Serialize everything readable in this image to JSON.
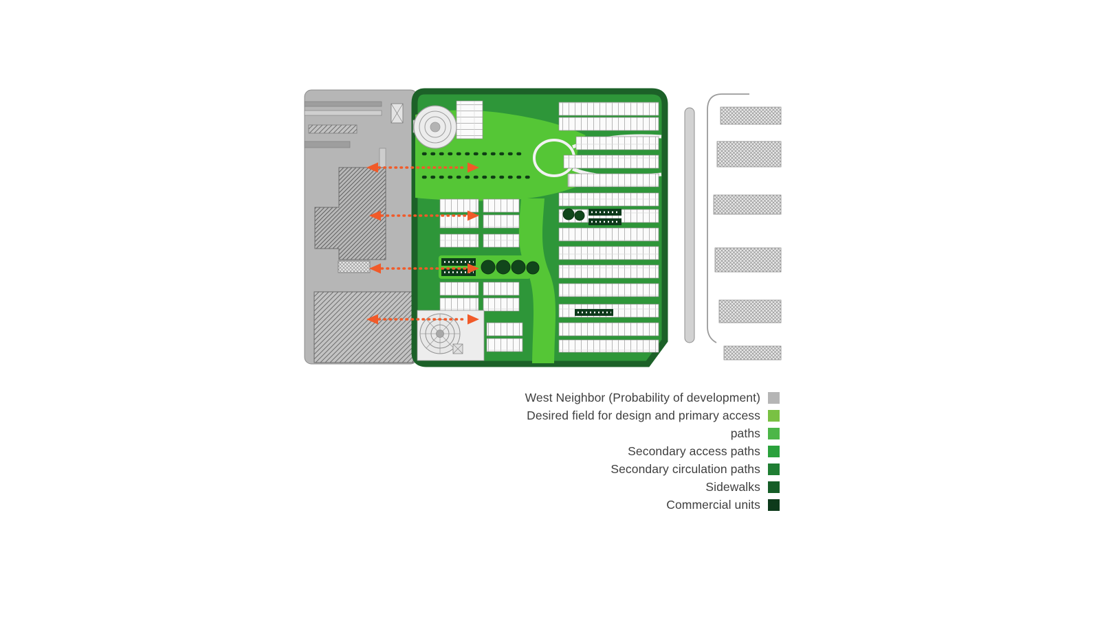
{
  "colors": {
    "west_gray": "#b6b6b6",
    "plan_green": "#2e9639",
    "plan_rim": "#1c6128",
    "bright_green": "#55c636",
    "arrow_orange": "#f15a29",
    "tree_dark": "#11461b",
    "commercial_dark": "#0d3a1b"
  },
  "legend": {
    "items": [
      {
        "label": "West Neighbor (Probability of development)",
        "color": "#b5b5b5"
      },
      {
        "label": "Desired field for design and primary access",
        "color": "#79c143"
      },
      {
        "label": "paths",
        "color": "#4cb648"
      },
      {
        "label": "Secondary access paths",
        "color": "#2aa13c"
      },
      {
        "label": "Secondary circulation paths",
        "color": "#1f7e33"
      },
      {
        "label": "Sidewalks",
        "color": "#155d27"
      },
      {
        "label": "Commercial units",
        "color": "#0d3a1b"
      }
    ]
  }
}
